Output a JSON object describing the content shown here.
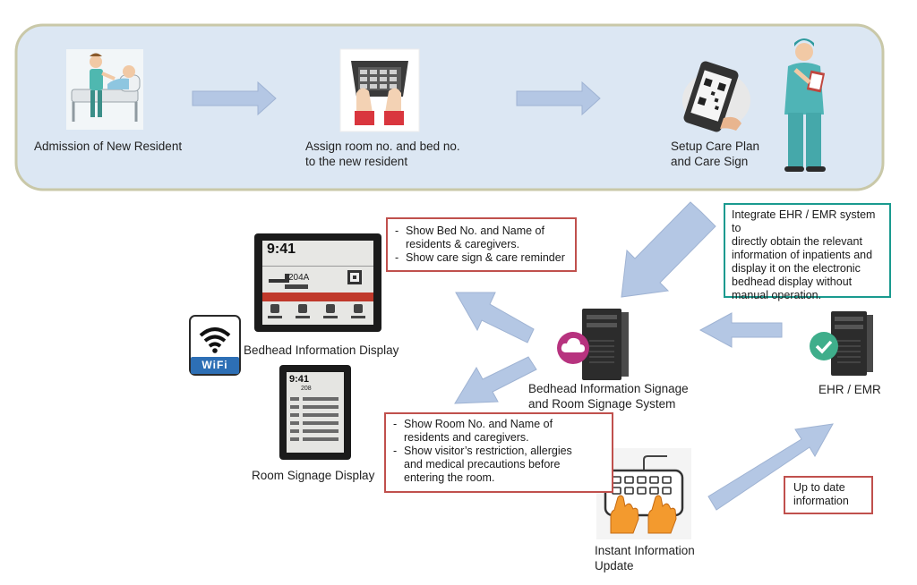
{
  "colors": {
    "panel_fill": "#dce7f3",
    "panel_border": "#c9c8a8",
    "arrow": "#b4c7e4",
    "note_red": "#c0504d",
    "note_teal": "#1a9a8f",
    "cloud_badge": "#b7337f",
    "check_badge": "#3fae8b"
  },
  "flow": {
    "admission": "Admission of New Resident",
    "assign": "Assign room no. and bed no.\nto the new resident",
    "setup": "Setup Care Plan\nand Care Sign"
  },
  "devices": {
    "bedhead": "Bedhead Information Display",
    "room": "Room Signage Display",
    "wifi": "WiFi",
    "bedhead_screen": {
      "time": "9:41",
      "room": "204A"
    },
    "room_screen": {
      "time": "9:41",
      "room": "208"
    }
  },
  "system": {
    "label": "Bedhead Information Signage\nand Room Signage System"
  },
  "ehr": {
    "label": "EHR / EMR"
  },
  "update": {
    "label": "Instant Information\nUpdate"
  },
  "notes": {
    "bedhead": [
      "Show Bed No. and Name of\nresidents  &  caregivers.",
      "Show care sign & care reminder"
    ],
    "room": [
      "Show Room No.  and Name of\nresidents and caregivers.",
      "Show visitor’s restriction, allergies\nand medical precautions before\nentering the room."
    ],
    "ehr": "Integrate EHR / EMR system to\ndirectly obtain the relevant\ninformation of inpatients and\ndisplay it on the electronic\nbedhead display without\nmanual operation.",
    "uptodate": "Up to date\ninformation"
  }
}
